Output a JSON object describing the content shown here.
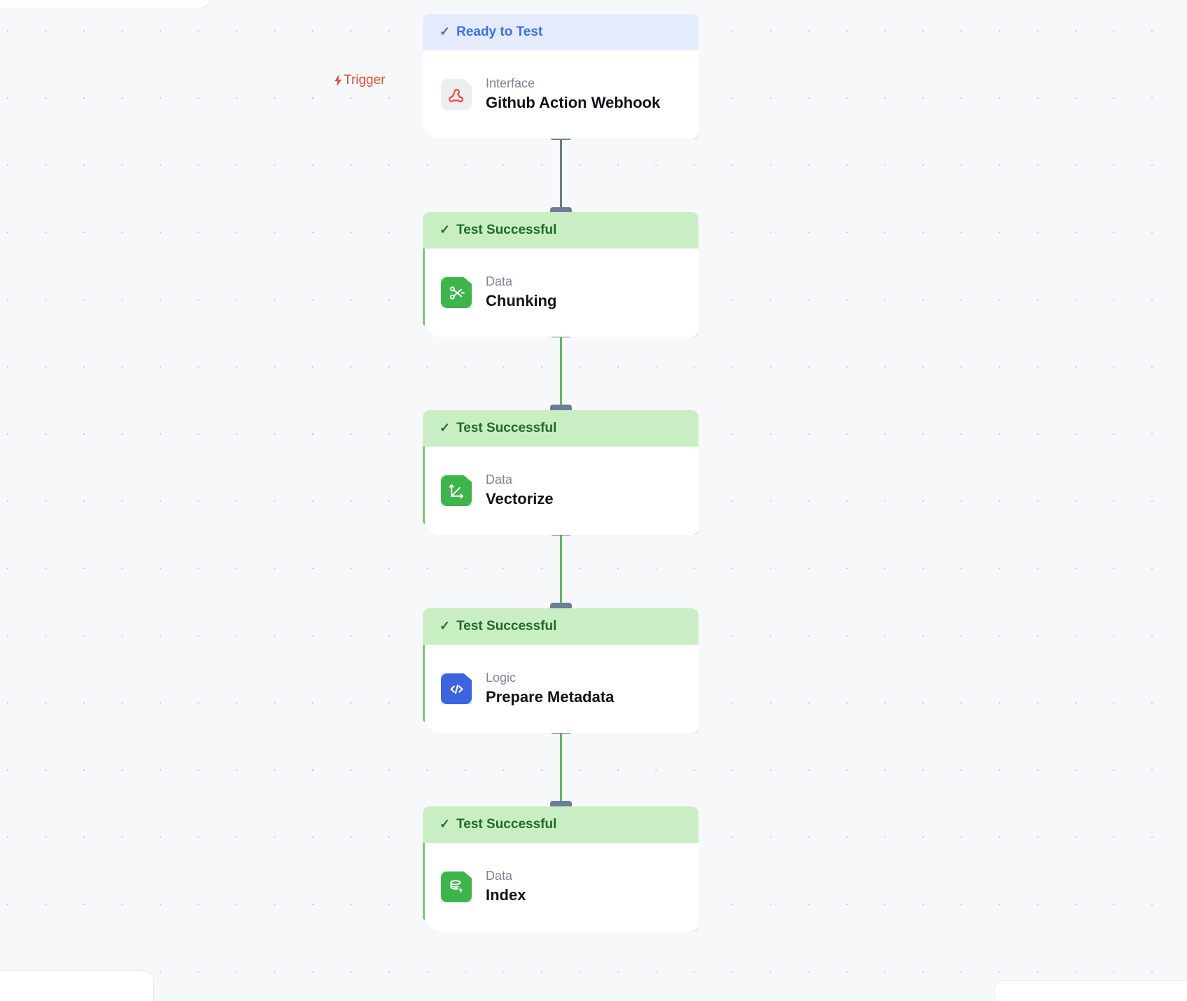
{
  "canvas": {
    "trigger": {
      "label": "Trigger",
      "icon": "lightning-bolt-icon",
      "color": "#e8503a"
    },
    "colors": {
      "background": "#f7f8fa",
      "status_ready_bg": "#e5ecfd",
      "status_ready_text": "#3b6ef0",
      "status_success_bg": "#c9eec4",
      "status_success_text": "#1e6b28",
      "edge_grey": "#6a7a93",
      "edge_green": "#5cbb56",
      "icon_green": "#3cb54a",
      "icon_blue": "#3c63e0"
    },
    "nodes": [
      {
        "id": "github-action-webhook",
        "status": "Ready to Test",
        "status_kind": "ready",
        "category": "Interface",
        "title": "Github Action Webhook",
        "icon": "webhook-icon",
        "icon_style": "grey"
      },
      {
        "id": "chunking",
        "status": "Test Successful",
        "status_kind": "success",
        "category": "Data",
        "title": "Chunking",
        "icon": "scissors-icon",
        "icon_style": "green"
      },
      {
        "id": "vectorize",
        "status": "Test Successful",
        "status_kind": "success",
        "category": "Data",
        "title": "Vectorize",
        "icon": "vector-axes-icon",
        "icon_style": "green"
      },
      {
        "id": "prepare-metadata",
        "status": "Test Successful",
        "status_kind": "success",
        "category": "Logic",
        "title": "Prepare Metadata",
        "icon": "code-brackets-icon",
        "icon_style": "blue"
      },
      {
        "id": "index",
        "status": "Test Successful",
        "status_kind": "success",
        "category": "Data",
        "title": "Index",
        "icon": "database-bolt-icon",
        "icon_style": "green"
      }
    ],
    "edges": [
      {
        "id": "edge-webhook-chunking",
        "kind": "grey"
      },
      {
        "id": "edge-chunking-vectorize",
        "kind": "green"
      },
      {
        "id": "edge-vectorize-metadata",
        "kind": "green"
      },
      {
        "id": "edge-metadata-index",
        "kind": "green"
      }
    ]
  }
}
